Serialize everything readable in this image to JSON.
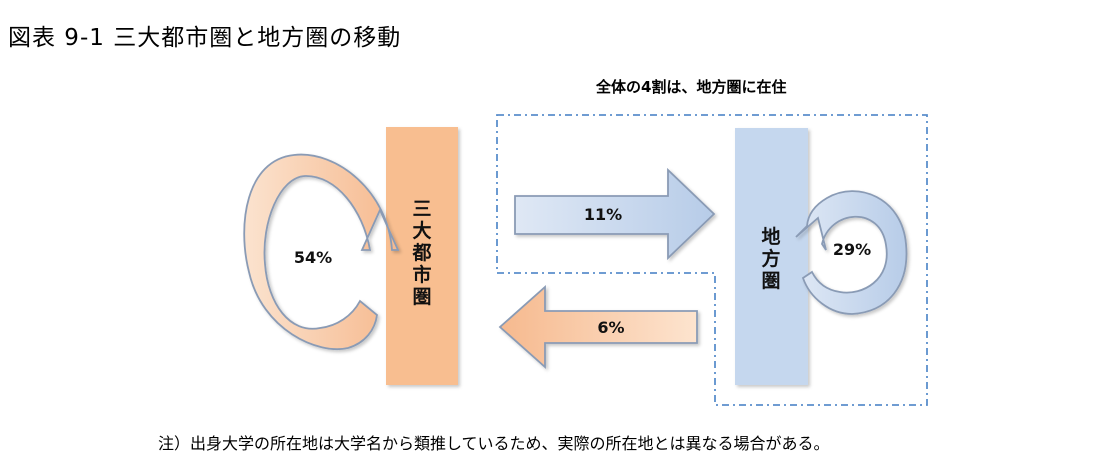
{
  "title": "図表 9-1 三大都市圏と地方圏の移動",
  "callout": "全体の4割は、地方圏に在住",
  "note": "注）出身大学の所在地は大学名から類推しているため、実際の所在地とは異なる場合がある。",
  "boxes": {
    "metro": {
      "label": [
        "三",
        "大",
        "都",
        "市",
        "圏"
      ],
      "color": "#f8be90"
    },
    "regional": {
      "label": [
        "地",
        "方",
        "圏"
      ],
      "color": "#c5d7ee"
    }
  },
  "flows": {
    "metro_stay": "54%",
    "metro_to_regional": "11%",
    "regional_to_metro": "6%",
    "regional_stay": "29%"
  }
}
